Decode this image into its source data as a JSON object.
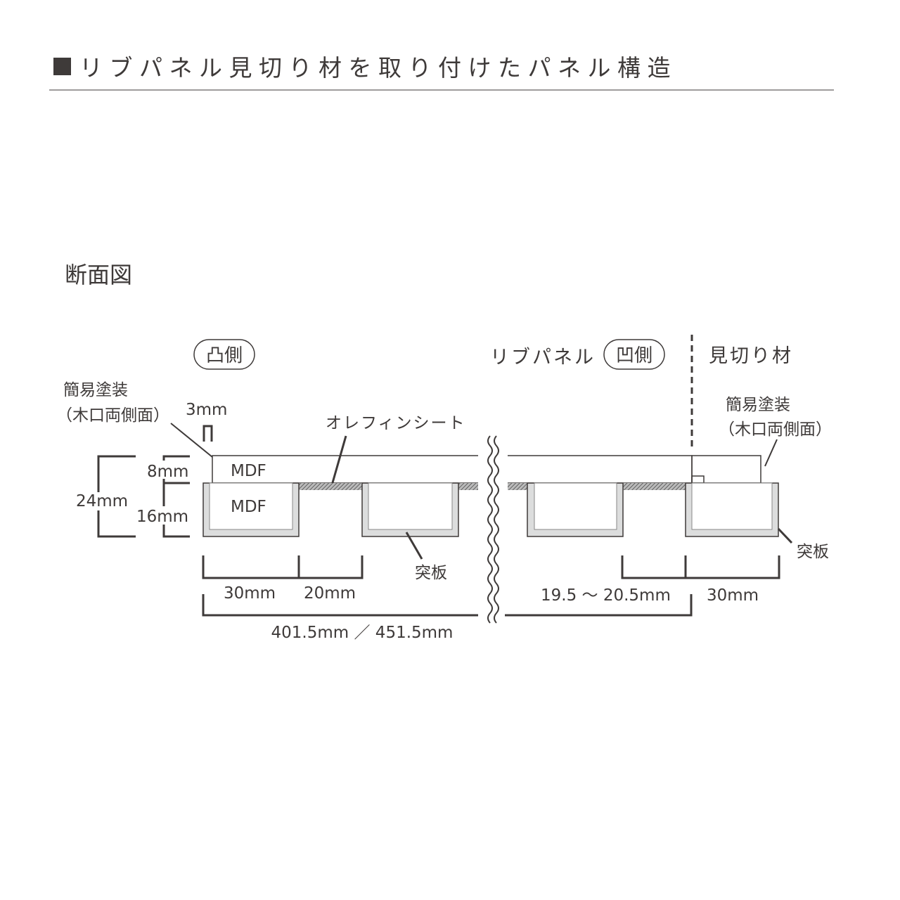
{
  "title": "リブパネル見切り材を取り付けたパネル構造",
  "section": "断面図",
  "labels": {
    "convex": "凸側",
    "rib_panel": "リブパネル",
    "concave": "凹側",
    "trim": "見切り材",
    "coating_left": "簡易塗装",
    "coating_left_sub": "（木口両側面）",
    "coating_right": "簡易塗装",
    "coating_right_sub": "（木口両側面）",
    "olefin": "オレフィンシート",
    "veneer_left": "突板",
    "veneer_right": "突板",
    "mdf_top": "MDF",
    "mdf_bottom": "MDF"
  },
  "dimensions": {
    "edge": "3mm",
    "top": "8mm",
    "total": "24mm",
    "bottom": "16mm",
    "rib_left": "30mm",
    "gap_left": "20mm",
    "overall": "401.5mm ／ 451.5mm",
    "gap_right": "19.5 ～ 20.5mm",
    "rib_right": "30mm"
  },
  "colors": {
    "ink": "#3e3a39",
    "veneer": "#dcdddd"
  }
}
